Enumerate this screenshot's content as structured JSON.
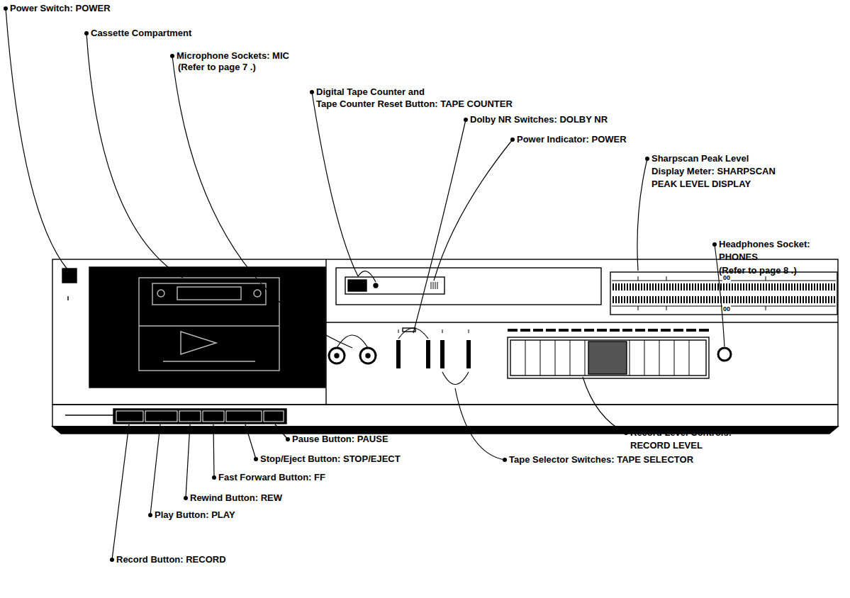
{
  "diagram": {
    "labels": [
      "Power Switch: POWER",
      "Cassette Compartment",
      "Microphone Sockets: MIC",
      "(Refer to page 7 .)",
      "Digital Tape Counter and",
      "Tape Counter Reset Button: TAPE COUNTER",
      "Dolby NR Switches: DOLBY NR",
      "Power Indicator: POWER",
      "Sharpscan Peak Level",
      "Display Meter: SHARPSCAN",
      "PEAK LEVEL DISPLAY",
      "Headphones Socket:",
      "PHONES",
      "(Refer to page 8 .)",
      "Record Level Controls:",
      "RECORD LEVEL",
      "Tape Selector Switches: TAPE SELECTOR",
      "Pause Button: PAUSE",
      "Stop/Eject Button: STOP/EJECT",
      "Fast Forward Button: FF",
      "Rewind Button: REW",
      "Play Button: PLAY",
      "Record Button: RECORD",
      "00",
      "00"
    ]
  }
}
